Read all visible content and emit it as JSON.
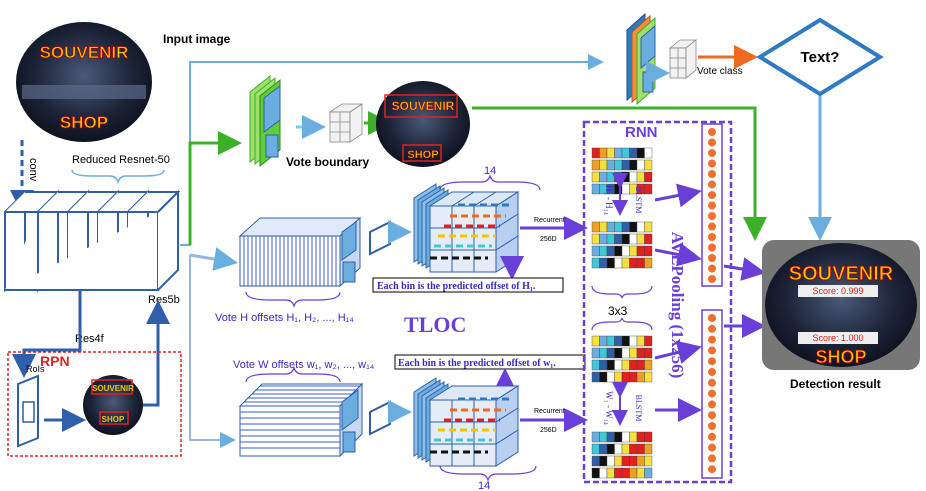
{
  "labels": {
    "input_image": "Input  image",
    "conv": "conv",
    "reduced_resnet": "Reduced Resnet-50",
    "res5b": "Res5b",
    "res4f": "Res4f",
    "rpn": "RPN",
    "rois": "RoIs",
    "vote_boundary": "Vote boundary",
    "vote_class": "Vote class",
    "text_question": "Text?",
    "rnn": "RNN",
    "tloc": "TLOC",
    "avepooling": "AVEPooling (1x256)",
    "three_by_three": "3x3",
    "blstm_top": "BLSTM",
    "blstm_bottom": "BLSTM",
    "h_range": "H₁ - H₁₄",
    "w_range": "W₁ - W₁₄",
    "recurrent_top": "Recurrent",
    "recurrent_top_dim": "256D",
    "recurrent_bottom": "Recurrent",
    "recurrent_bottom_dim": "256D",
    "fourteen_top": "14",
    "fourteen_bottom": "14",
    "vote_h": "Vote H offsets H₁, H₂, ..., H₁₄",
    "vote_w": "Vote W offsets w₁, w₂, ..., w₁₄",
    "bin_h": "Each bin is the predicted offset of H₁.",
    "bin_w": "Each bin is the predicted offset of w₁.",
    "detection_result": "Detection result",
    "score_top": "Score: 0.999",
    "score_bottom": "Score: 1.000"
  },
  "image_text": {
    "souvenir": "SOUVENIR",
    "shop": "SHOP"
  },
  "colors": {
    "dark_blue_arrow": "#2e5fa8",
    "light_blue_arrow": "#6aaee0",
    "green_arrow": "#3cb028",
    "purple": "#6a3fd8",
    "rpn_red": "#e32020",
    "diamond_blue": "#2e7bc4",
    "orange": "#ee6a20",
    "dot_orange": "#f07030"
  }
}
